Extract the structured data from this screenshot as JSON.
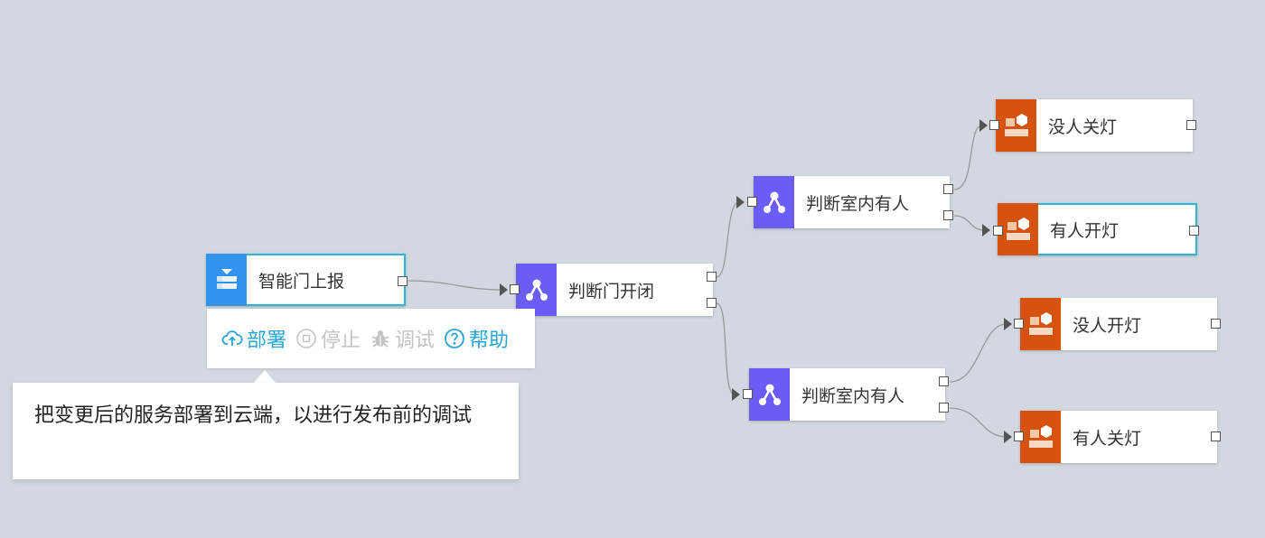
{
  "colors": {
    "canvas_bg": "#d3d8e0",
    "trigger_icon_bg": "#3394ef",
    "logic_icon_bg": "#6a5cf5",
    "action_icon_bg": "#d5520f",
    "selected_border": "#2ab6d8",
    "toolbar_enabled": "#2aa5d5",
    "toolbar_disabled": "#c4c4c4"
  },
  "nodes": {
    "door_report": {
      "label": "智能门上报",
      "icon": "stack-download-icon"
    },
    "judge_door": {
      "label": "判断门开闭",
      "icon": "branch-icon"
    },
    "judge_room_top": {
      "label": "判断室内有人",
      "icon": "branch-icon"
    },
    "judge_room_bottom": {
      "label": "判断室内有人",
      "icon": "branch-icon"
    },
    "nobody_off_1": {
      "label": "没人关灯",
      "icon": "blocks-icon"
    },
    "someone_on": {
      "label": "有人开灯",
      "icon": "blocks-icon"
    },
    "nobody_on": {
      "label": "没人开灯",
      "icon": "blocks-icon"
    },
    "someone_off": {
      "label": "有人关灯",
      "icon": "blocks-icon"
    }
  },
  "toolbar": {
    "deploy_label": "部署",
    "stop_label": "停止",
    "debug_label": "调试",
    "help_label": "帮助"
  },
  "tooltip": {
    "text": "把变更后的服务部署到云端，以进行发布前的调试"
  }
}
